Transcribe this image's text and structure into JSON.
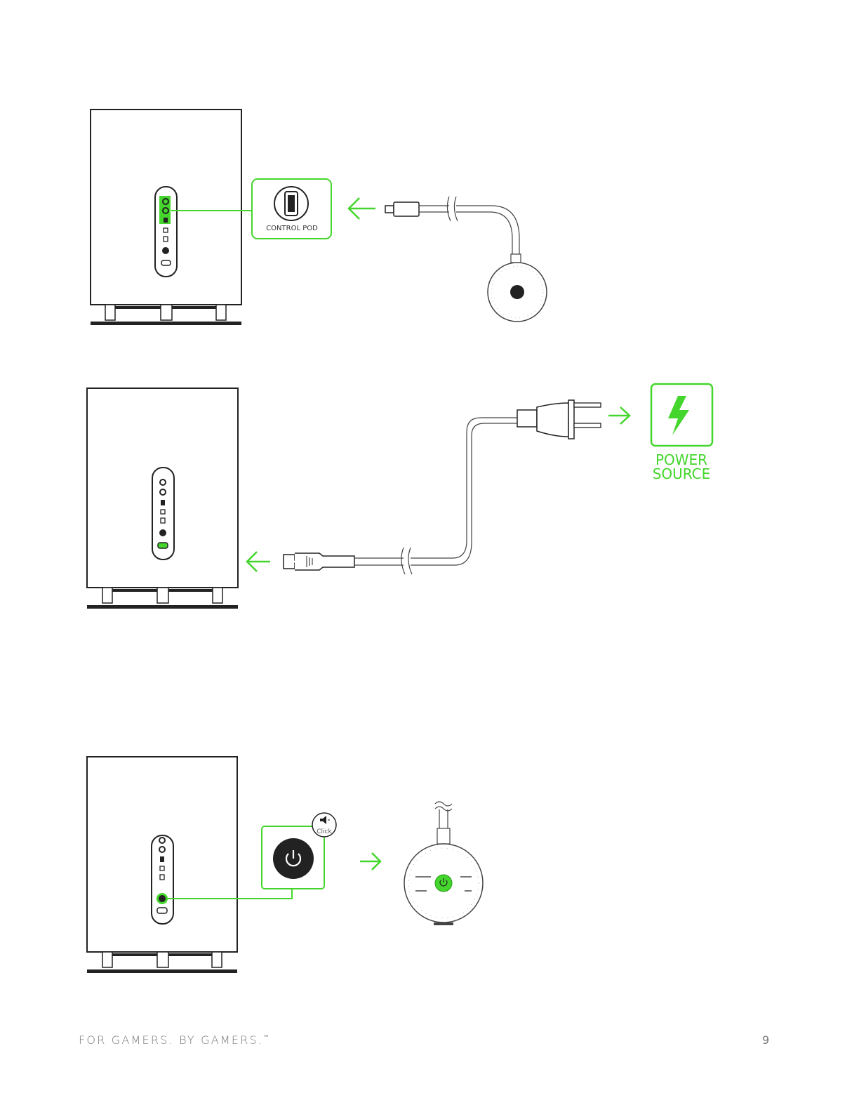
{
  "colors": {
    "accent": "#44D62C",
    "line": "#222222",
    "footer_text": "#777777"
  },
  "step1": {
    "port_label": "CONTROL POD",
    "icons": [
      "subwoofer-icon",
      "usb-port-icon",
      "arrow-left-icon",
      "control-pod-icon"
    ]
  },
  "step2": {
    "power_label_line1": "POWER",
    "power_label_line2": "SOURCE",
    "icons": [
      "subwoofer-icon",
      "power-plug-icon",
      "lightning-bolt-icon",
      "arrow-left-icon",
      "arrow-right-icon"
    ]
  },
  "step3": {
    "click_label": "Click",
    "icons": [
      "subwoofer-icon",
      "power-button-icon",
      "speaker-icon",
      "arrow-right-icon",
      "control-pod-icon"
    ]
  },
  "footer": {
    "tagline": "FOR GAMERS. BY GAMERS.",
    "trademark": "™",
    "page_number": "9"
  }
}
